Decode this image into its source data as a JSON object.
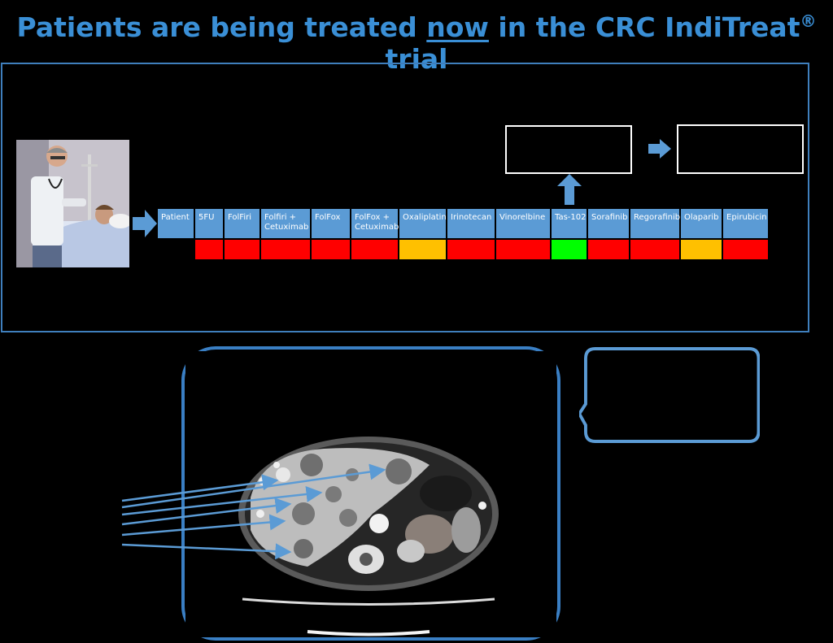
{
  "slide": {
    "title_pre": "Patients are being treated ",
    "title_underlined": "now",
    "title_post": " in the CRC IndiTreat",
    "title_mark": "®",
    "title_end": " trial"
  },
  "colors": {
    "title": "#3a8fd6",
    "header_cell": "#5b9bd5",
    "resistant": "#ff0000",
    "intermediate": "#ffc000",
    "sensitive": "#00ff00"
  },
  "drug_panel": {
    "headers": [
      "Patient",
      "5FU",
      "FolFiri",
      "Folfiri + Cetuximab",
      "FolFox",
      "FolFox + Cetuximab",
      "Oxaliplatin",
      "Irinotecan",
      "Vinorelbine",
      "Tas-102",
      "Sorafinib",
      "Regorafinib",
      "Olaparib",
      "Epirubicin"
    ],
    "responses": [
      "none",
      "resistant",
      "resistant",
      "resistant",
      "resistant",
      "resistant",
      "intermediate",
      "resistant",
      "resistant",
      "sensitive",
      "resistant",
      "resistant",
      "intermediate",
      "resistant"
    ]
  },
  "icons": {
    "arrow_into_panel": "right-arrow-icon",
    "arrow_up": "up-arrow-icon",
    "arrow_between_boxes": "right-arrow-icon"
  }
}
